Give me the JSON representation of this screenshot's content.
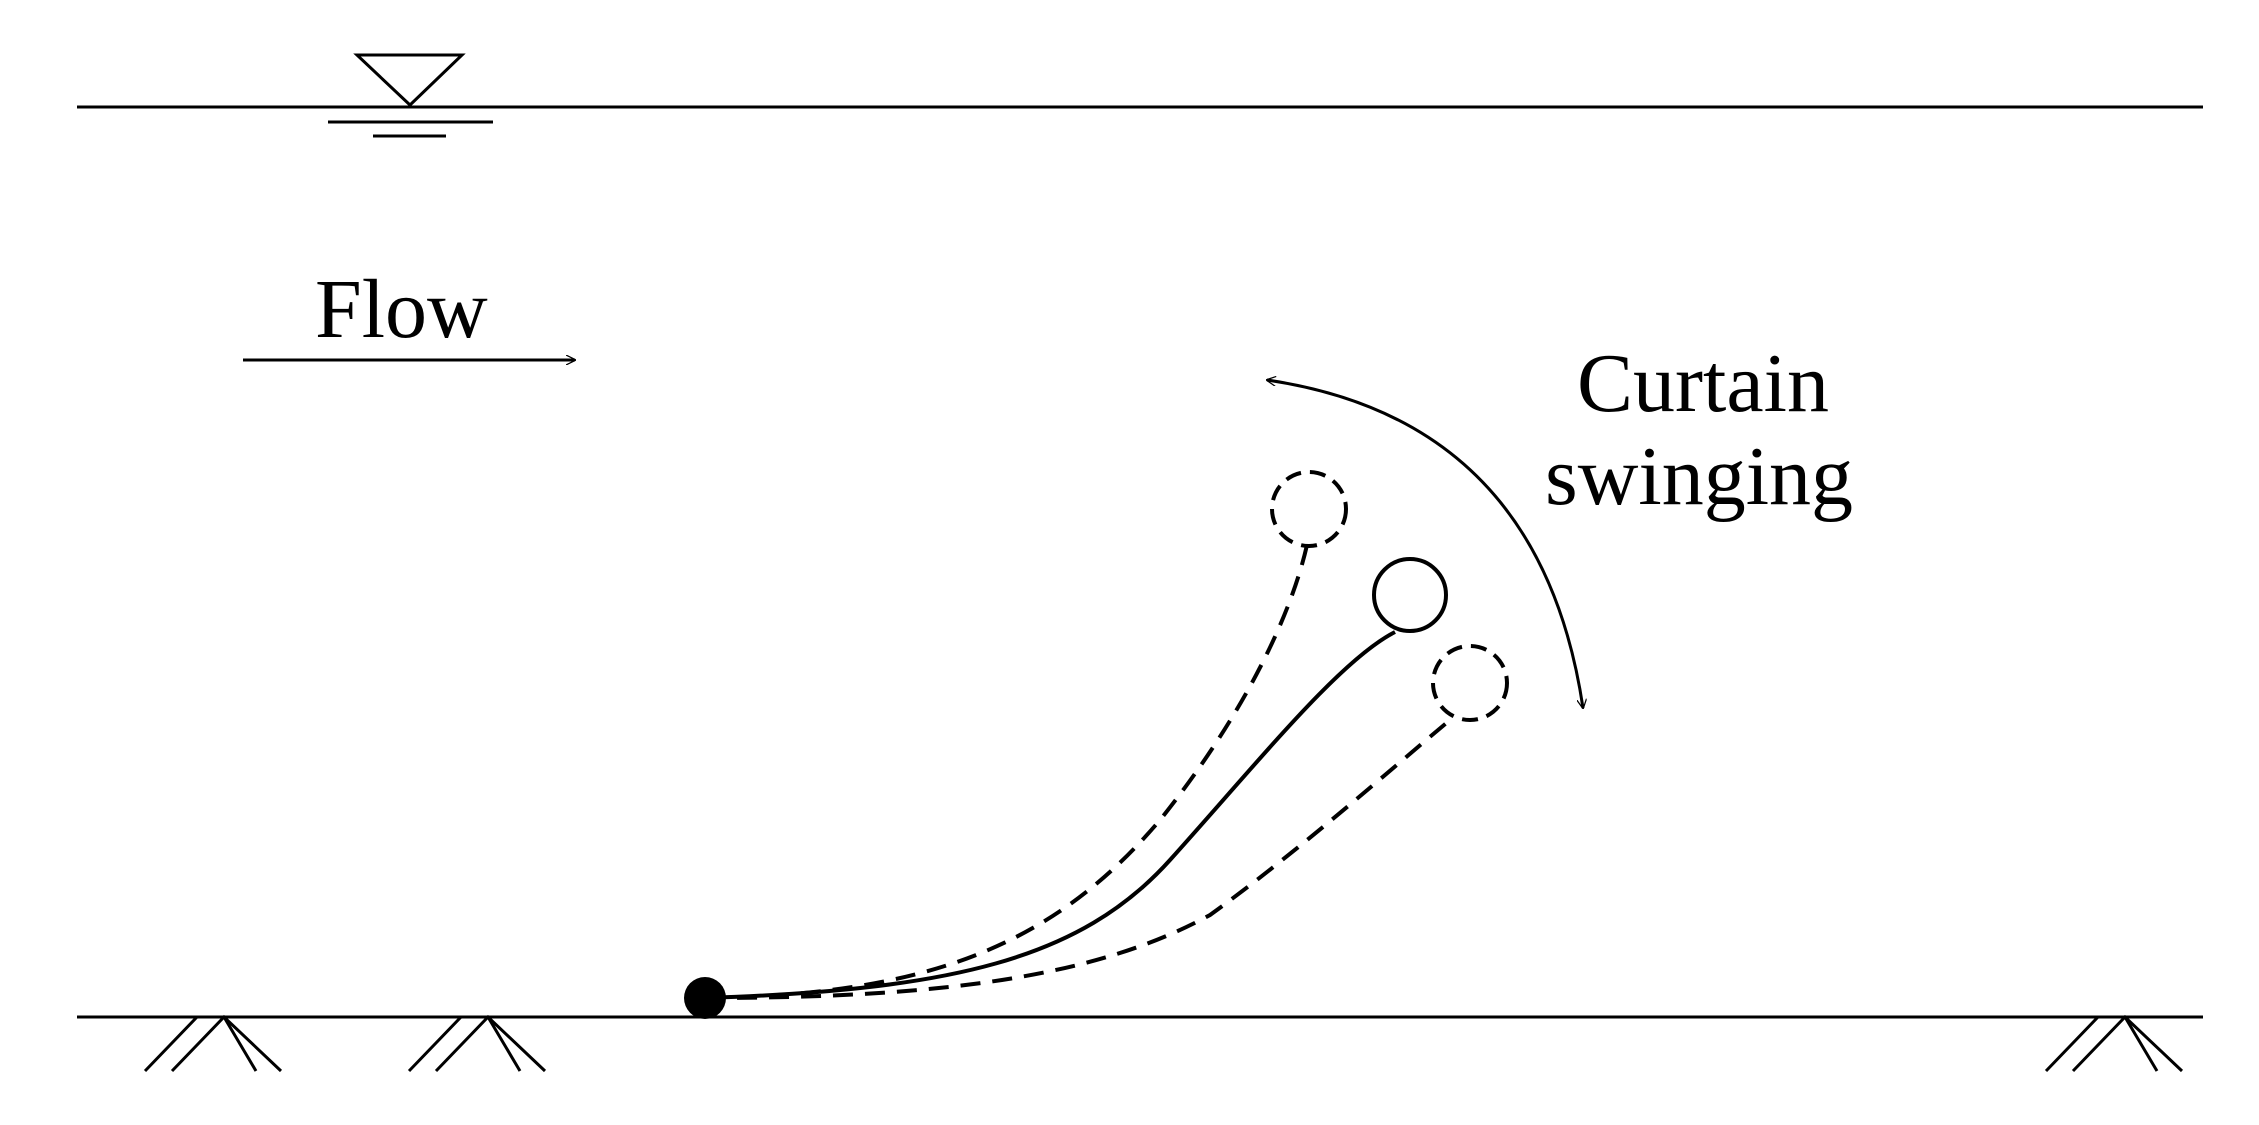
{
  "labels": {
    "flow": "Flow",
    "curtain_line1": "Curtain",
    "curtain_line2": "swinging"
  },
  "colors": {
    "stroke": "#000000",
    "background": "#ffffff"
  }
}
